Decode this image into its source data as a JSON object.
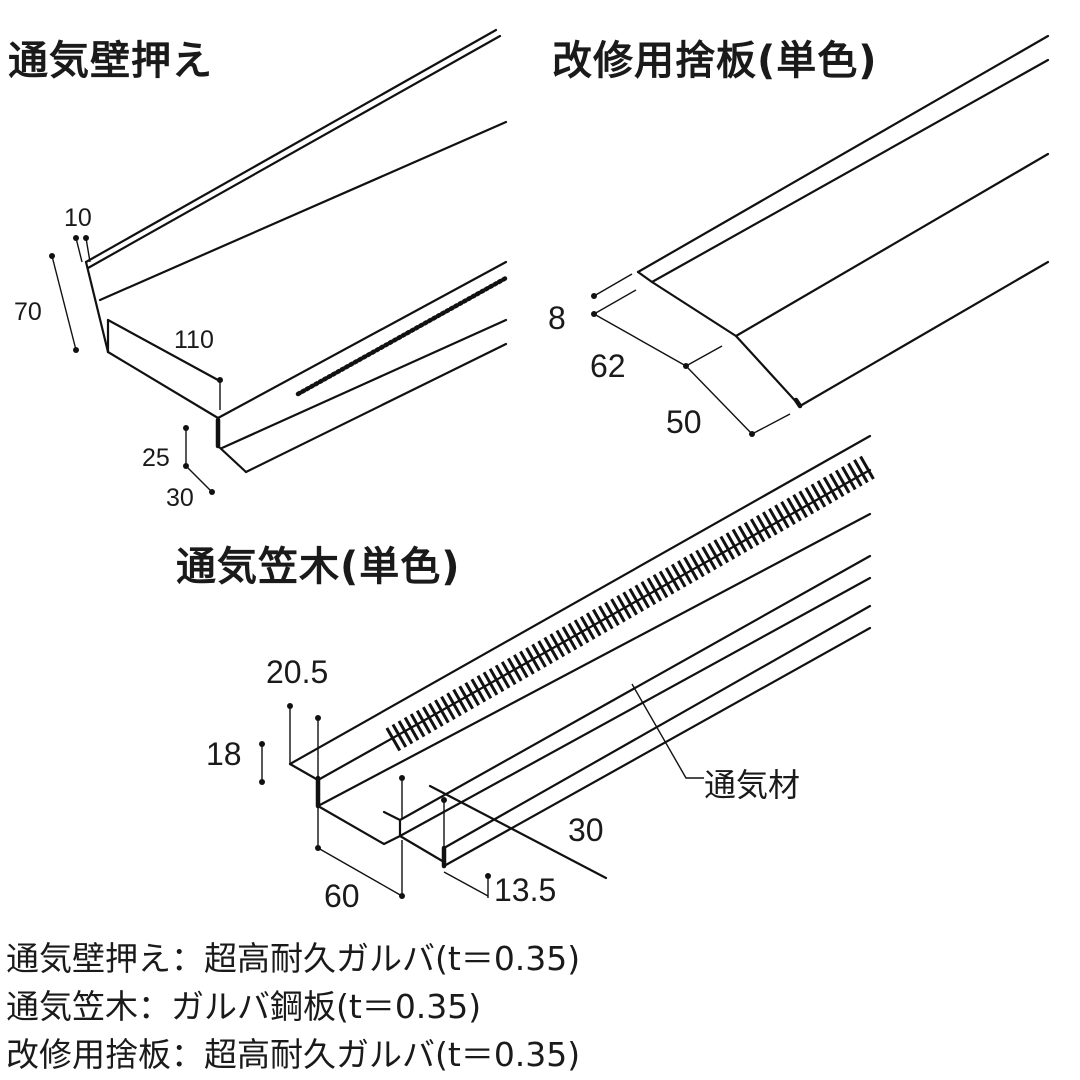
{
  "panels": {
    "wall_press": {
      "title": "通気壁押え",
      "dims": {
        "d10": "10",
        "d70": "70",
        "d110": "110",
        "d25": "25",
        "d30": "30"
      }
    },
    "sash_board": {
      "title": "改修用捨板(単色)",
      "dims": {
        "d8": "8",
        "d62": "62",
        "d50": "50"
      }
    },
    "coping": {
      "title": "通気笠木(単色)",
      "dims": {
        "d20_5": "20.5",
        "d18": "18",
        "d60": "60",
        "d30": "30",
        "d13_5": "13.5"
      },
      "callout": "通気材"
    }
  },
  "specs": [
    "通気壁押え：超高耐久ガルバ(t＝0.35)",
    "通気笠木：ガルバ鋼板(t＝0.35)",
    "改修用捨板：超高耐久ガルバ(t＝0.35)"
  ]
}
